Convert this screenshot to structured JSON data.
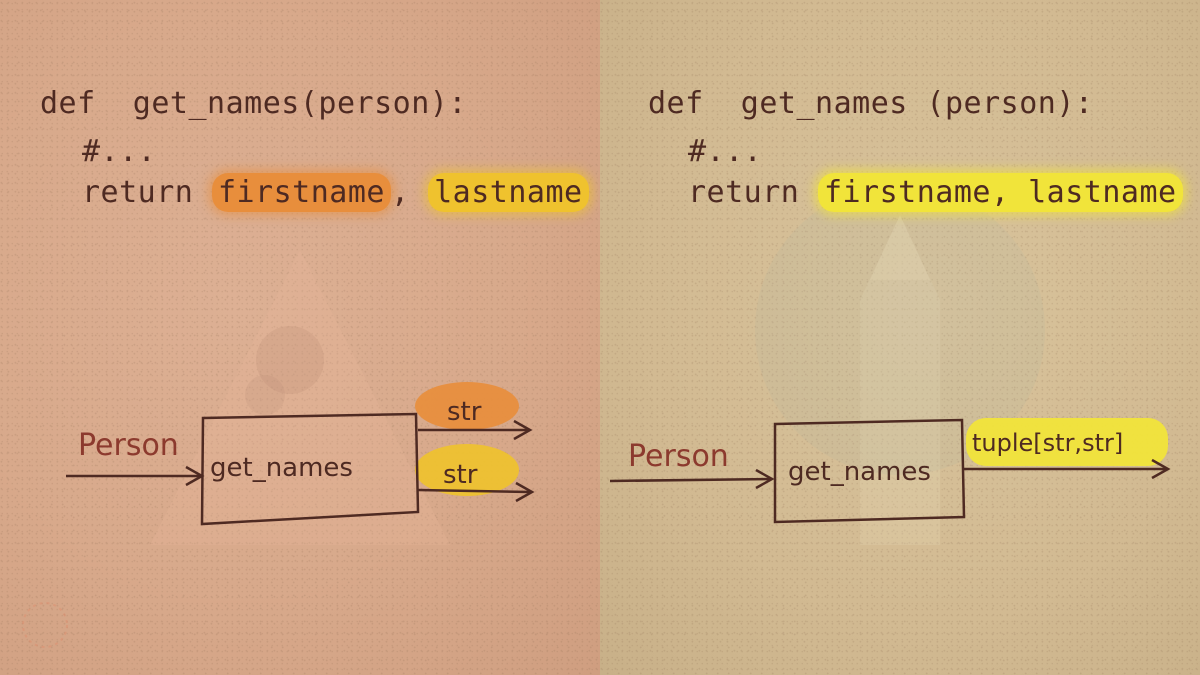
{
  "left": {
    "code": {
      "line1": "def  get_names(person):",
      "line2": "#...",
      "keyword": "return",
      "value1": "firstname",
      "separator": ",",
      "value2": "lastname"
    },
    "diagram": {
      "input_label": "Person",
      "function_name": "get_names",
      "output1": "str",
      "output2": "str"
    }
  },
  "right": {
    "code": {
      "line1": "def  get_names (person):",
      "line2": "#...",
      "keyword": "return",
      "value": "firstname, lastname"
    },
    "diagram": {
      "input_label": "Person",
      "function_name": "get_names",
      "output": "tuple[str,str]"
    }
  },
  "colors": {
    "ink": "#4e2a22",
    "label": "#8c3a2e",
    "orange": "#e88e3c",
    "amber": "#efc22e",
    "yellow": "#f1e43a"
  }
}
